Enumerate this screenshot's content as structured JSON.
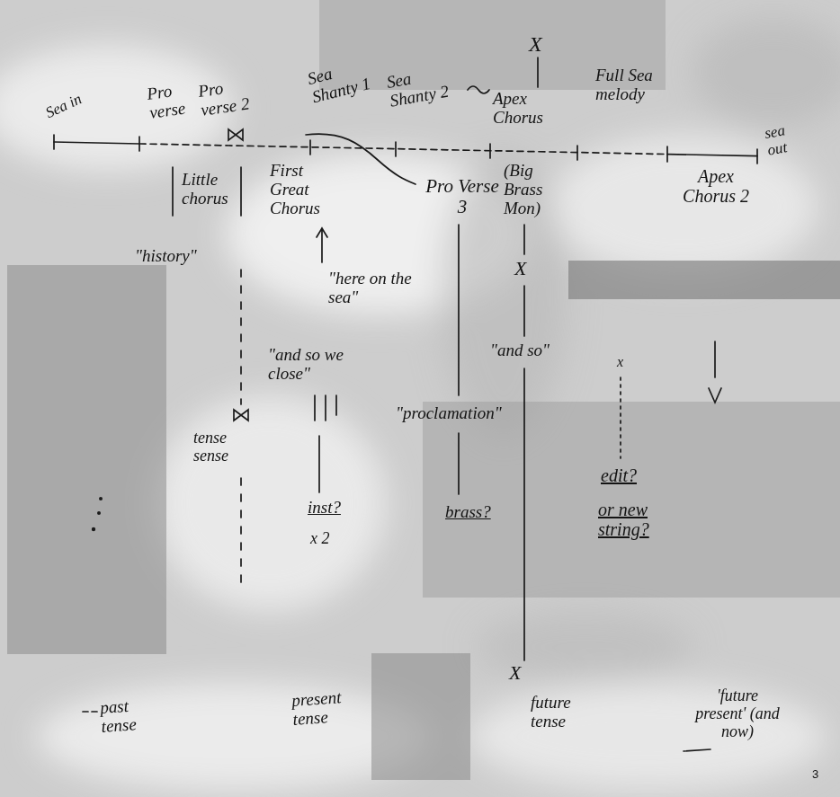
{
  "diagram": {
    "labels": [
      "Sea in",
      "Pro verse",
      "Pro verse 2",
      "Sea Shanty 1",
      "Sea Shanty 2",
      "X",
      "Apex Chorus",
      "Full Sea melody",
      "Apex Chorus 2",
      "sea out",
      "Little chorus",
      "First Great Chorus",
      "Pro Verse 3",
      "(Big Brass Mon)",
      "\"history\"",
      "\"here on the sea\"",
      "X",
      "\"and so we close\"",
      "\"and so\"",
      "x",
      "\"proclamation\"",
      "tense sense",
      "edit?",
      "inst?",
      "brass?",
      "or new string?",
      "x 2",
      "X",
      "past tense",
      "present tense",
      "future tense",
      "'future present' (and now)",
      "3"
    ]
  }
}
